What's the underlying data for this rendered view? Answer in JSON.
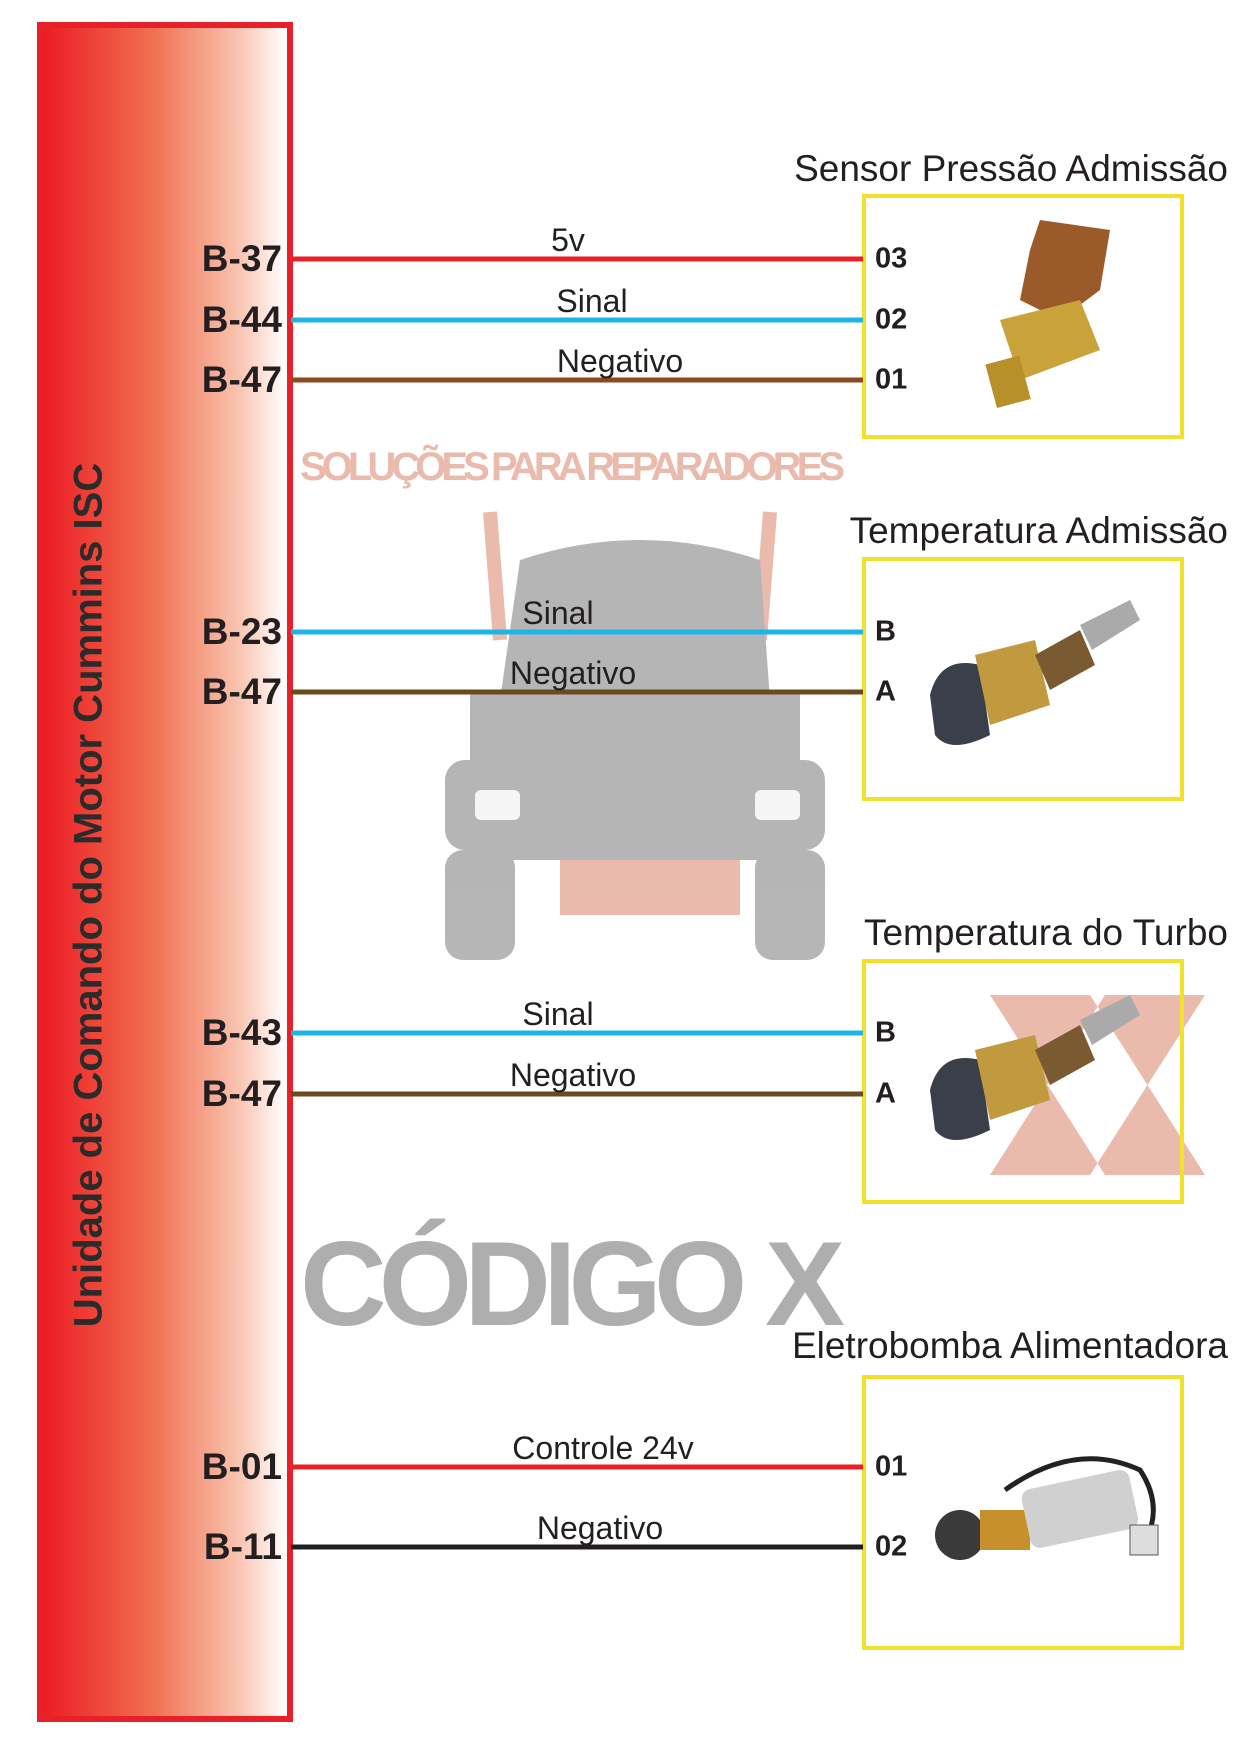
{
  "ecu": {
    "title": "Unidade de Comando do Motor Cummins ISC"
  },
  "watermark": {
    "brand": "CÓDIGO X",
    "tagline": "SOLUÇÕES PARA REPARADORES"
  },
  "components": [
    {
      "title": "Sensor Pressão Admissão",
      "icon": "pressure-sensor-icon",
      "wires": [
        {
          "ecu_pin": "B-37",
          "label": "5v",
          "pin": "03",
          "color": "#e8202a"
        },
        {
          "ecu_pin": "B-44",
          "label": "Sinal",
          "pin": "02",
          "color": "#1fb4e6"
        },
        {
          "ecu_pin": "B-47",
          "label": "Negativo",
          "pin": "01",
          "color": "#8a4a1e"
        }
      ]
    },
    {
      "title": "Temperatura Admissão",
      "icon": "temperature-sensor-icon",
      "wires": [
        {
          "ecu_pin": "B-23",
          "label": "Sinal",
          "pin": "B",
          "color": "#1fb4e6"
        },
        {
          "ecu_pin": "B-47",
          "label": "Negativo",
          "pin": "A",
          "color": "#6b4a1e"
        }
      ]
    },
    {
      "title": "Temperatura do Turbo",
      "icon": "temperature-sensor-icon",
      "wires": [
        {
          "ecu_pin": "B-43",
          "label": "Sinal",
          "pin": "B",
          "color": "#1fb4e6"
        },
        {
          "ecu_pin": "B-47",
          "label": "Negativo",
          "pin": "A",
          "color": "#6b4a1e"
        }
      ]
    },
    {
      "title": "Eletrobomba Alimentadora",
      "icon": "fuel-pump-icon",
      "wires": [
        {
          "ecu_pin": "B-01",
          "label": "Controle 24v",
          "pin": "01",
          "color": "#e8202a"
        },
        {
          "ecu_pin": "B-11",
          "label": "Negativo",
          "pin": "02",
          "color": "#231f20"
        }
      ]
    }
  ]
}
